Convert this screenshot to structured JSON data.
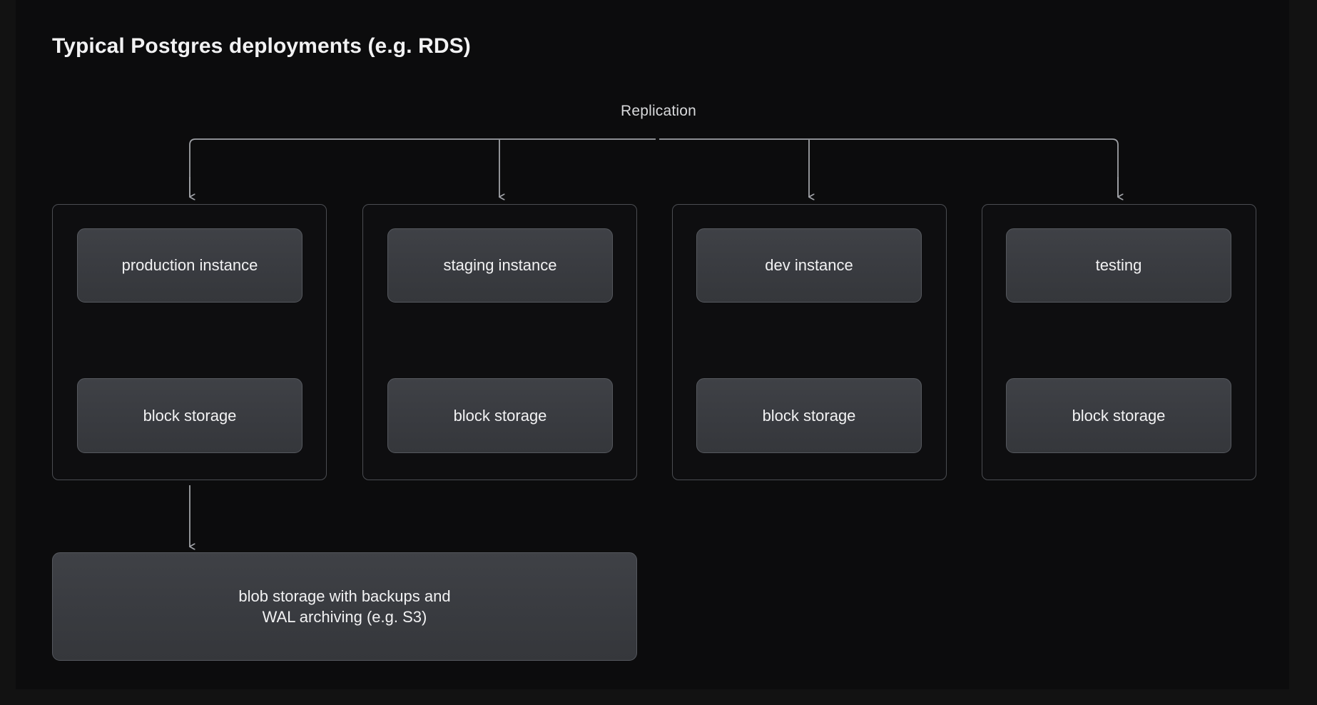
{
  "diagram": {
    "title": "Typical Postgres deployments (e.g. RDS)",
    "replication_label": "Replication",
    "colors": {
      "page_background": "#121212",
      "panel_background": "#0c0c0d",
      "group_border": "#4b4d52",
      "node_fill": "#3b3d42",
      "node_border": "#55585e",
      "connector": "#9fa1a6",
      "text": "#f2f2f3"
    },
    "groups": [
      {
        "id": "production",
        "instance_label": "production instance",
        "storage_label": "block storage"
      },
      {
        "id": "staging",
        "instance_label": "staging instance",
        "storage_label": "block storage"
      },
      {
        "id": "dev",
        "instance_label": "dev instance",
        "storage_label": "block storage"
      },
      {
        "id": "testing",
        "instance_label": "testing",
        "storage_label": "block storage"
      }
    ],
    "blob_storage": {
      "label": "blob storage with backups and\nWAL archiving (e.g. S3)"
    }
  }
}
